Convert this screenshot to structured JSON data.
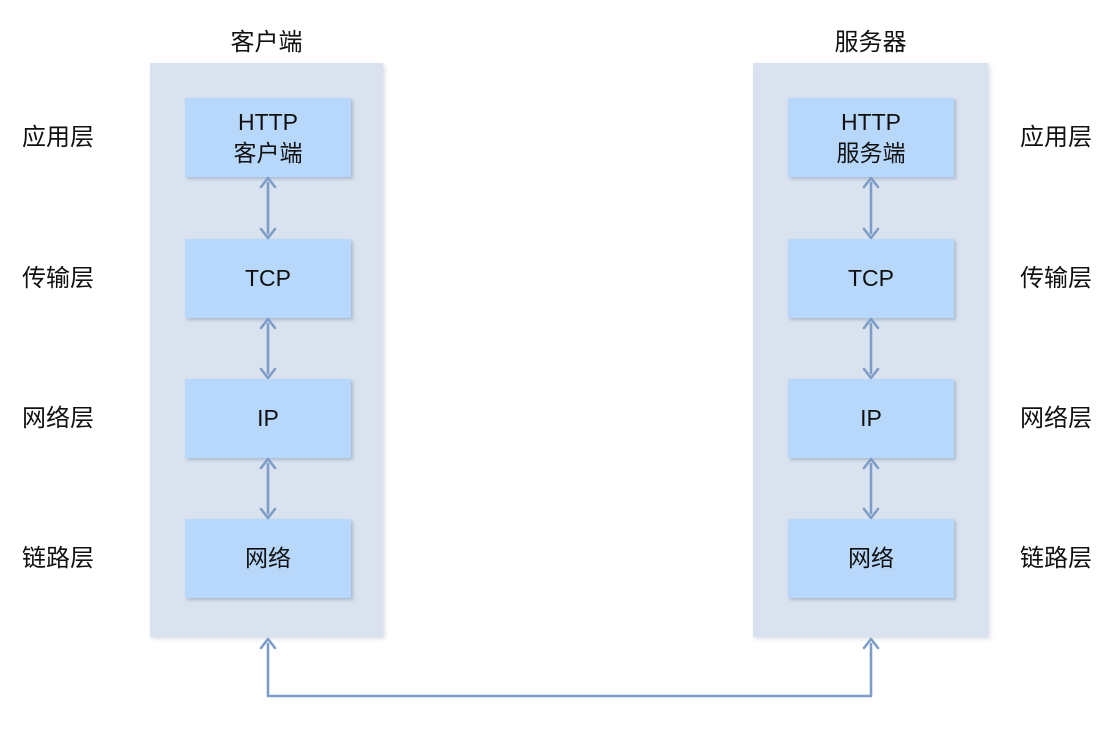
{
  "titles": {
    "client": "客户端",
    "server": "服务器"
  },
  "layer_labels_left": [
    "应用层",
    "传输层",
    "网络层",
    "链路层"
  ],
  "layer_labels_right": [
    "应用层",
    "传输层",
    "网络层",
    "链路层"
  ],
  "client_boxes": [
    {
      "line1": "HTTP",
      "line2": "客户端"
    },
    {
      "line1": "TCP"
    },
    {
      "line1": "IP"
    },
    {
      "line1": "网络"
    }
  ],
  "server_boxes": [
    {
      "line1": "HTTP",
      "line2": "服务端"
    },
    {
      "line1": "TCP"
    },
    {
      "line1": "IP"
    },
    {
      "line1": "网络"
    }
  ],
  "colors": {
    "column_fill": "#d9e2ee",
    "box_fill": "#b7d7fb",
    "arrow": "#7d9dc8",
    "text": "#111111"
  }
}
